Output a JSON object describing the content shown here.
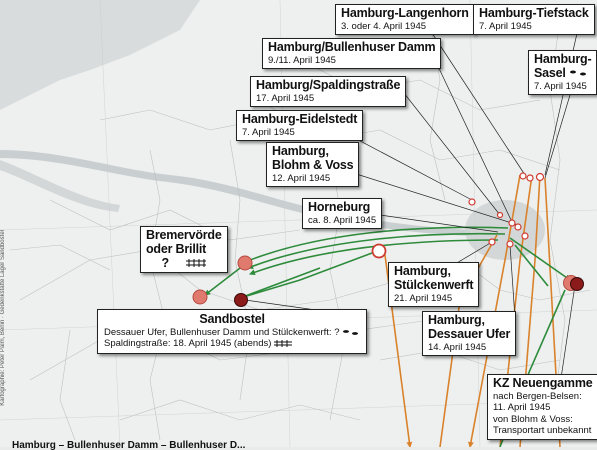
{
  "labels": {
    "langenhorn": {
      "title": "Hamburg-Langenhorn",
      "date": "3. oder 4. April 1945"
    },
    "tiefstack": {
      "title": "Hamburg-Tiefstack",
      "date": "7. April 1945"
    },
    "bullenhuser": {
      "title": "Hamburg/Bullenhuser Damm",
      "date": "9./11. April 1945"
    },
    "sasel": {
      "title1": "Hamburg-",
      "title2": "Sasel",
      "date": "7. April 1945"
    },
    "spalding": {
      "title": "Hamburg/Spaldingstraße",
      "date": "17. April 1945"
    },
    "eidelstedt": {
      "title": "Hamburg-Eidelstedt",
      "date": "7. April 1945"
    },
    "blohm": {
      "title1": "Hamburg,",
      "title2": "Blohm & Voss",
      "date": "12. April 1945"
    },
    "horneburg": {
      "title": "Horneburg",
      "date": "ca. 8. April 1945"
    },
    "bremervoerde": {
      "title1": "Bremervörde",
      "title2": "oder Brillit",
      "q": "?"
    },
    "stuelcken": {
      "title1": "Hamburg,",
      "title2": "Stülckenwerft",
      "date": "21. April 1945"
    },
    "dessauer": {
      "title1": "Hamburg,",
      "title2": "Dessauer Ufer",
      "date": "14. April 1945"
    },
    "sandbostel": {
      "title": "Sandbostel",
      "line1": "Dessauer Ufer, Bullenhuser Damm und Stülckenwerft: ?",
      "line2": "Spaldingstraße: 18. April 1945 (abends)"
    },
    "neuengamme": {
      "title": "KZ Neuengamme",
      "line1": "nach Bergen-Belsen:",
      "line2": "11. April 1945",
      "line3": "von Blohm & Voss:",
      "line4": "Transportart unbekannt"
    }
  },
  "credit": "Kartographie: Peter Palm, Berlin · Gedenkstätte Lager Sandbostel",
  "bottom_text": "Hamburg – Bullenhuser Damm – Bullenhuser D...",
  "colors": {
    "route_green": "#2e8b3c",
    "route_orange": "#d9822b",
    "marker_red": "#cf3a30",
    "marker_pink": "#e07a6e",
    "marker_dark": "#8b1a1a"
  }
}
